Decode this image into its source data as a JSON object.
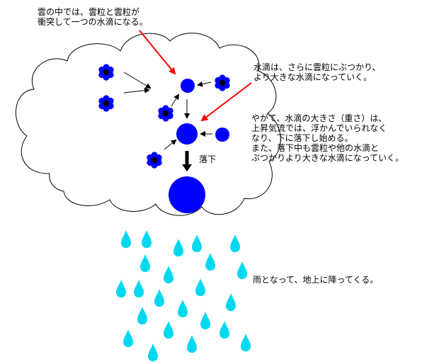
{
  "labels": {
    "collision": "雲の中では、雲粒と雲粒が\n衝突して一つの水滴になる。",
    "growth": "水滴は、さらに雲粒にぶつかり、\nより大きな水滴になっていく。",
    "fall_explanation": "やがて、水滴の大きさ（重さ）は、\n上昇気流では、浮かんでいられなく\nなり、下に落下し始める。\nまた、落下中も雲粒や他の水滴と\nぶつかりより大きな水滴になっていく。",
    "fall": "落下",
    "rain": "雨となって、地上に降ってくる。"
  },
  "colors": {
    "cloud_outline": "#000000",
    "cloud_fill": "#ffffff",
    "droplet": "#0000ff",
    "droplet_core": "#000000",
    "raindrop": "#00d8f0",
    "pointer_arrow": "#ff0000",
    "motion_arrow": "#000000"
  },
  "icons": {
    "cloud": "cloud-outline-icon",
    "cloud_particle": "cloud-particle-cluster-icon",
    "water_drop": "water-droplet-circle-icon",
    "raindrop": "raindrop-icon"
  }
}
